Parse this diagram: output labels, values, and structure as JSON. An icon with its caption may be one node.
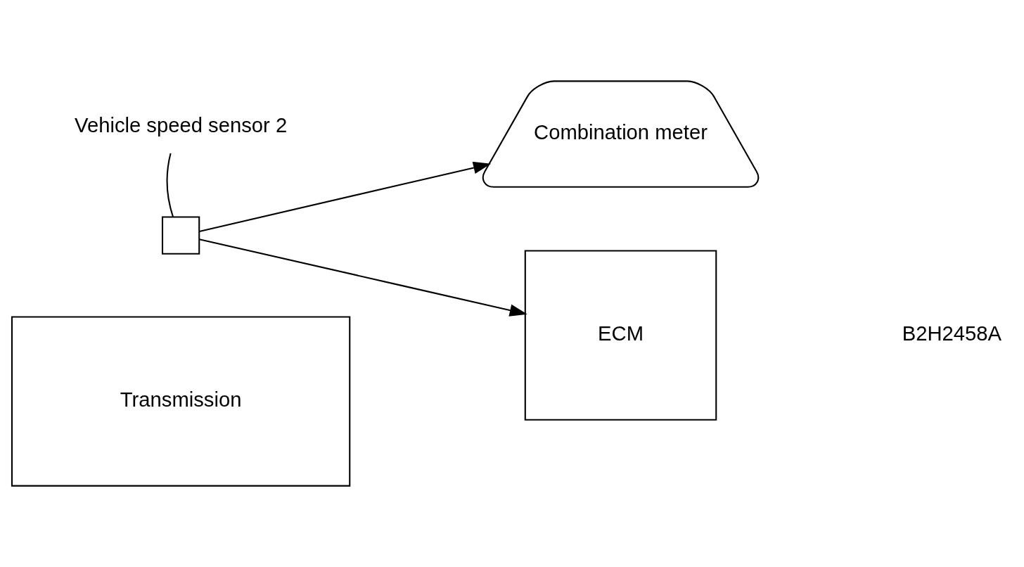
{
  "diagram": {
    "nodes": [
      {
        "text": [
          "Combination meter"
        ]
      },
      {
        "text": [
          "Vehicle speed sensor 2"
        ]
      },
      {
        "text": [],
        "shape": "box"
      },
      {
        "text": [
          "Transmission"
        ]
      },
      {
        "text": [
          "ECM"
        ]
      }
    ],
    "edges": [
      {
        "from": 2,
        "to": 0,
        "arrow": "to"
      },
      {
        "from": 2,
        "to": 4,
        "arrow": "to"
      },
      {
        "from": 1,
        "to": 2,
        "arrow": "none"
      }
    ],
    "labels": [
      "B2H2458A"
    ]
  }
}
